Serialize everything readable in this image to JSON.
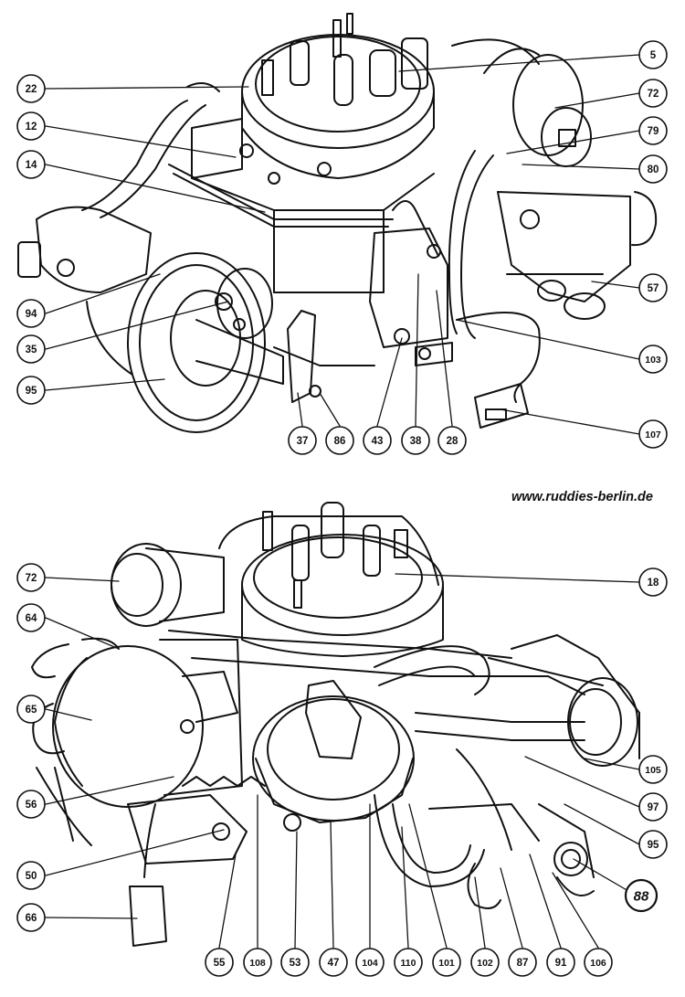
{
  "website": "www.ruddies-berlin.de",
  "top_callouts": [
    "5",
    "22",
    "72",
    "12",
    "79",
    "14",
    "80",
    "57",
    "94",
    "35",
    "103",
    "95",
    "37",
    "86",
    "43",
    "38",
    "28",
    "107"
  ],
  "bottom_callouts": [
    "72",
    "18",
    "64",
    "65",
    "105",
    "56",
    "97",
    "95",
    "50",
    "88",
    "66",
    "55",
    "108",
    "53",
    "47",
    "104",
    "110",
    "101",
    "102",
    "87",
    "91",
    "106"
  ],
  "highlighted_callout": "88"
}
